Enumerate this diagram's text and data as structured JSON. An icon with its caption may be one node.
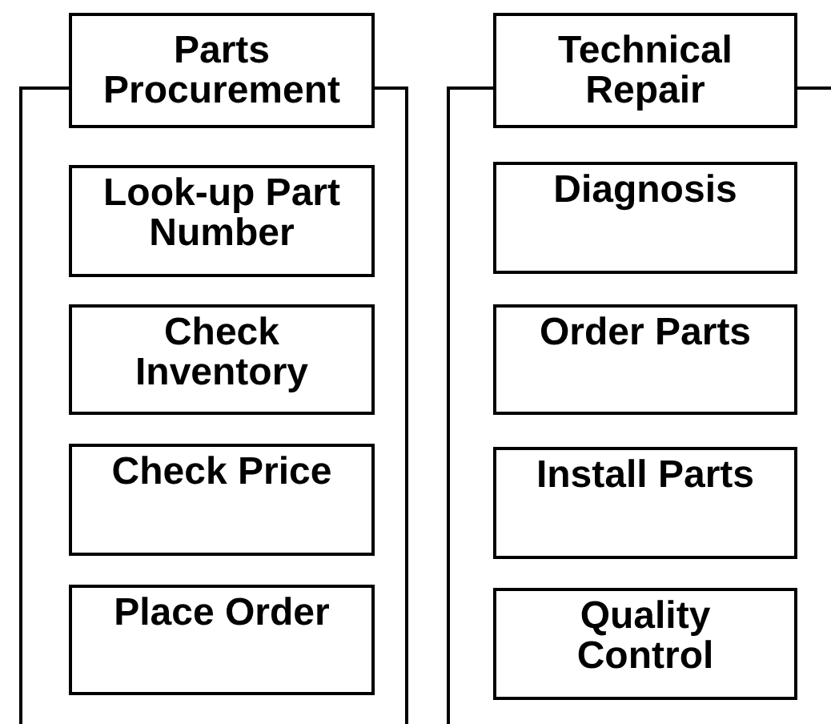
{
  "diagram": {
    "nodes": [
      {
        "text": [],
        "shape": "box"
      },
      {
        "text": [
          "Parts Procurement"
        ]
      },
      {
        "text": [
          "Look-up Part Number"
        ],
        "in": 0
      },
      {
        "text": [
          "Check Inventory"
        ],
        "in": 0
      },
      {
        "text": [
          "Check Price"
        ],
        "in": 0
      },
      {
        "text": [
          "Place Order"
        ],
        "in": 0
      },
      {
        "text": [],
        "shape": "box"
      },
      {
        "text": [
          "Technical Repair"
        ]
      },
      {
        "text": [
          "Diagnosis"
        ],
        "in": 6
      },
      {
        "text": [
          "Order Parts"
        ],
        "in": 6
      },
      {
        "text": [
          "Install Parts"
        ],
        "in": 6
      },
      {
        "text": [
          "Quality Control"
        ],
        "in": 6
      }
    ]
  }
}
